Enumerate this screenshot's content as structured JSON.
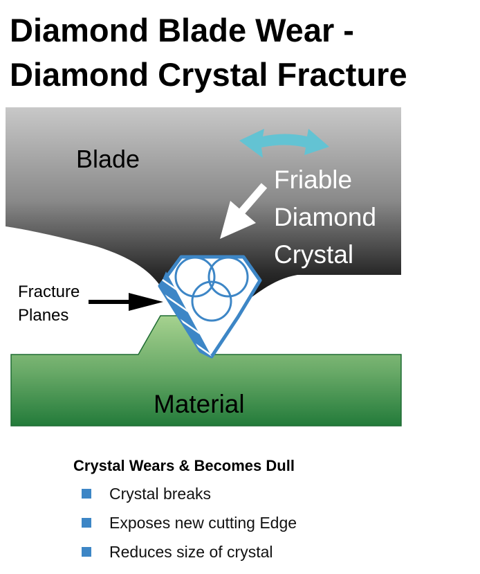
{
  "title": {
    "line1": "Diamond Blade Wear -",
    "line2": "Diamond Crystal Fracture"
  },
  "diagram": {
    "blade_label": "Blade",
    "crystal_label_lines": [
      "Friable",
      "Diamond",
      "Crystal"
    ],
    "fracture_label_lines": [
      "Fracture",
      "Planes"
    ],
    "material_label": "Material",
    "arrow_icon": "double-headed-curved-arrow-icon",
    "colors": {
      "blade_top": "#c8c8c8",
      "blade_bottom": "#050505",
      "crystal_outline": "#3d86c6",
      "arrow": "#63c3d3",
      "material_top": "#a6d28f",
      "material_bottom": "#237b3a"
    }
  },
  "summary": {
    "heading": "Crystal Wears & Becomes Dull",
    "items": [
      "Crystal breaks",
      "Exposes new cutting Edge",
      "Reduces size of crystal"
    ],
    "bullet_color": "#3d86c6"
  }
}
